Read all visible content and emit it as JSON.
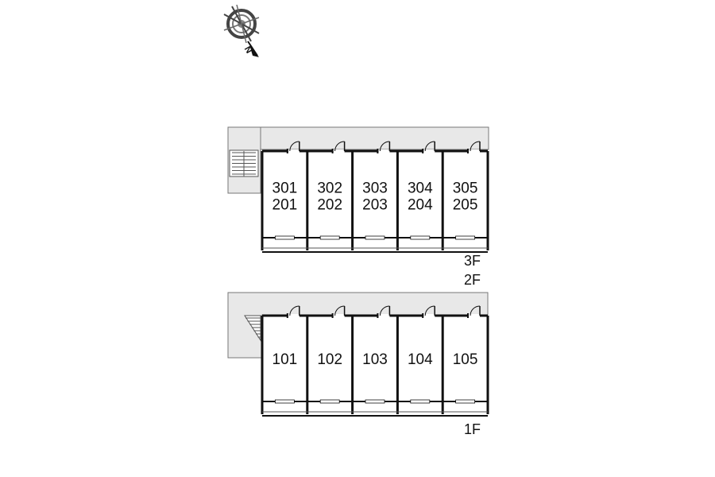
{
  "compass": {
    "label": "N"
  },
  "upper": {
    "floor_top": "3F",
    "floor_bottom": "2F",
    "units": [
      {
        "top": "301",
        "bottom": "201"
      },
      {
        "top": "302",
        "bottom": "202"
      },
      {
        "top": "303",
        "bottom": "203"
      },
      {
        "top": "304",
        "bottom": "204"
      },
      {
        "top": "305",
        "bottom": "205"
      }
    ]
  },
  "lower": {
    "floor": "1F",
    "units": [
      {
        "label": "101"
      },
      {
        "label": "102"
      },
      {
        "label": "103"
      },
      {
        "label": "104"
      },
      {
        "label": "105"
      }
    ]
  },
  "colors": {
    "corridor": "#e8e8e8",
    "wall": "#111111",
    "stair": "#555555"
  }
}
